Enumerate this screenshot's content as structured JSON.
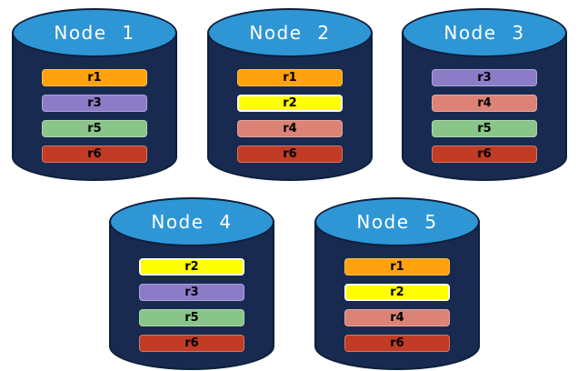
{
  "diagram": {
    "description_visible": false
  },
  "nodes": [
    {
      "label": "Node 1",
      "replicas": [
        "r1",
        "r3",
        "r5",
        "r6"
      ]
    },
    {
      "label": "Node 2",
      "replicas": [
        "r1",
        "r2",
        "r4",
        "r6"
      ]
    },
    {
      "label": "Node 3",
      "replicas": [
        "r3",
        "r4",
        "r5",
        "r6"
      ]
    },
    {
      "label": "Node 4",
      "replicas": [
        "r2",
        "r3",
        "r5",
        "r6"
      ]
    },
    {
      "label": "Node 5",
      "replicas": [
        "r1",
        "r2",
        "r4",
        "r6"
      ]
    }
  ],
  "colors": {
    "background": "#FFFFFF",
    "cylinder_body": "#182A50",
    "cylinder_top": "#2E96D4",
    "cylinder_outline": "#0D1F3C",
    "node_label_text": "#FFFFFF",
    "bar_text": "#000000",
    "replica_fills": {
      "r1": "#FFA20D",
      "r2": "#FFFF00",
      "r3": "#8C7CC8",
      "r4": "#DC8376",
      "r5": "#89C589",
      "r6": "#C23B25"
    },
    "replica_outlines": {
      "r2": "#FFFFFF"
    }
  }
}
